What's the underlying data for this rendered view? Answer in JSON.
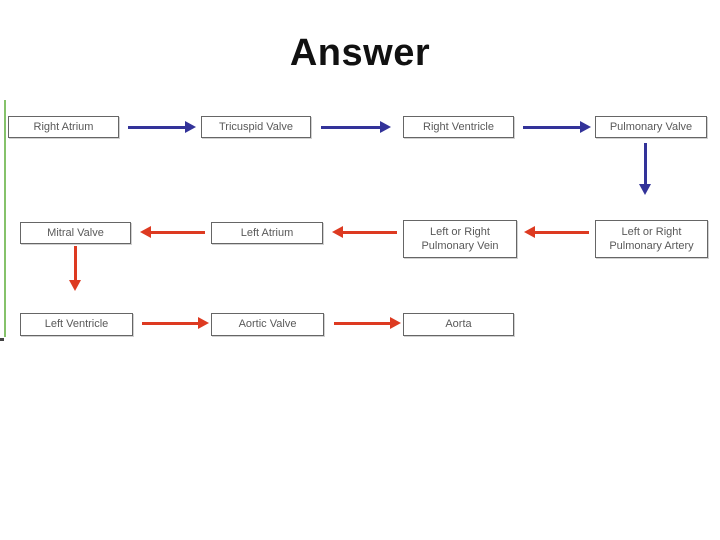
{
  "title": "Answer",
  "colors": {
    "flow_blue": "#333399",
    "flow_red": "#dd3a21",
    "box_border": "#666666",
    "box_text": "#595959",
    "accent_green_line": "#85c26a",
    "title_text": "#111111"
  },
  "diagram": {
    "type": "flowchart",
    "description": "Blood flow through the heart, deoxygenated path in blue and oxygenated path in red",
    "nodes": [
      {
        "id": "right-atrium",
        "label": "Right Atrium"
      },
      {
        "id": "tricuspid-valve",
        "label": "Tricuspid Valve"
      },
      {
        "id": "right-ventricle",
        "label": "Right Ventricle"
      },
      {
        "id": "pulmonary-valve",
        "label": "Pulmonary Valve"
      },
      {
        "id": "mitral-valve",
        "label": "Mitral Valve"
      },
      {
        "id": "left-atrium",
        "label": "Left Atrium"
      },
      {
        "id": "left-or-right-pulmonary-vein",
        "label": "Left or Right Pulmonary Vein"
      },
      {
        "id": "left-or-right-pulmonary-artery",
        "label": "Left or Right Pulmonary Artery"
      },
      {
        "id": "left-ventricle",
        "label": "Left Ventricle"
      },
      {
        "id": "aortic-valve",
        "label": "Aortic Valve"
      },
      {
        "id": "aorta",
        "label": "Aorta"
      }
    ],
    "edges": [
      {
        "from": "right-atrium",
        "to": "tricuspid-valve",
        "color": "blue",
        "direction": "right"
      },
      {
        "from": "tricuspid-valve",
        "to": "right-ventricle",
        "color": "blue",
        "direction": "right"
      },
      {
        "from": "right-ventricle",
        "to": "pulmonary-valve",
        "color": "blue",
        "direction": "right"
      },
      {
        "from": "pulmonary-valve",
        "to": "left-or-right-pulmonary-artery",
        "color": "blue",
        "direction": "down"
      },
      {
        "from": "left-or-right-pulmonary-artery",
        "to": "left-or-right-pulmonary-vein",
        "color": "red",
        "direction": "left"
      },
      {
        "from": "left-or-right-pulmonary-vein",
        "to": "left-atrium",
        "color": "red",
        "direction": "left"
      },
      {
        "from": "left-atrium",
        "to": "mitral-valve",
        "color": "red",
        "direction": "left"
      },
      {
        "from": "mitral-valve",
        "to": "left-ventricle",
        "color": "red",
        "direction": "down"
      },
      {
        "from": "left-ventricle",
        "to": "aortic-valve",
        "color": "red",
        "direction": "right"
      },
      {
        "from": "aortic-valve",
        "to": "aorta",
        "color": "red",
        "direction": "right"
      }
    ]
  }
}
